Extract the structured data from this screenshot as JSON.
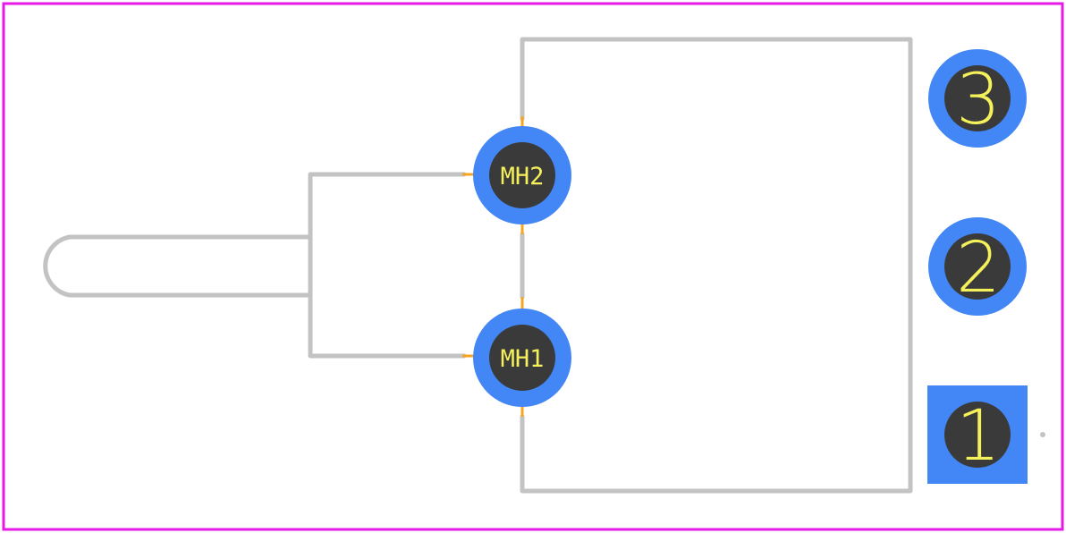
{
  "footprint": {
    "mounting_holes": [
      {
        "id": "mh2",
        "label": "MH2"
      },
      {
        "id": "mh1",
        "label": "MH1"
      }
    ],
    "pads": [
      {
        "id": "pad3",
        "label": "3",
        "shape": "round"
      },
      {
        "id": "pad2",
        "label": "2",
        "shape": "round"
      },
      {
        "id": "pad1",
        "label": "1",
        "shape": "square"
      }
    ]
  },
  "colors": {
    "courtyard": "#e619e6",
    "silkscreen": "#c3c3c3",
    "copper": "#4287f5",
    "drill": "#3a3a3a",
    "label_text": "#f4f15a",
    "lead": "#f4a623"
  }
}
